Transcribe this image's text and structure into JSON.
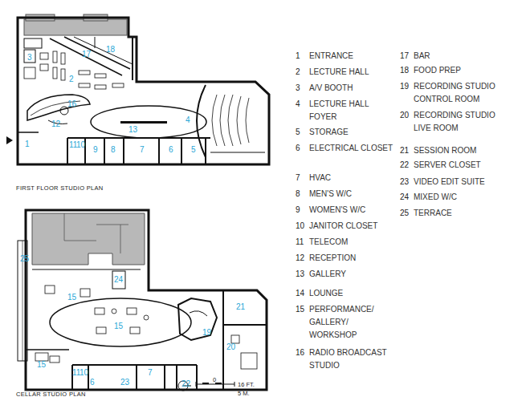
{
  "diagram": {
    "labels": [
      "17",
      "18",
      "3",
      "2",
      "16",
      "12",
      "13",
      "4",
      "1",
      "11",
      "10",
      "9",
      "8",
      "7",
      "6",
      "5",
      "FIRST FLOOR STUDIO PLAN",
      "25",
      "15",
      "24",
      "15",
      "19",
      "21",
      "20",
      "15",
      "11",
      "10",
      "6",
      "23",
      "7",
      "22",
      "CELLAR STUDIO PLAN",
      "0",
      "16 FT.",
      "5 M.",
      "1",
      "ENTRANCE",
      "2",
      "LECTURE HALL",
      "3",
      "A/V BOOTH",
      "4",
      "LECTURE HALL FOYER",
      "5",
      "STORAGE",
      "6",
      "ELECTRICAL CLOSET",
      "7",
      "HVAC",
      "8",
      "MEN'S W/C",
      "9",
      "WOMEN'S W/C",
      "10",
      "JANITOR CLOSET",
      "11",
      "TELECOM",
      "12",
      "RECEPTION",
      "13",
      "GALLERY",
      "14",
      "LOUNGE",
      "15",
      "PERFORMANCE/ GALLERY/ WORKSHOP",
      "16",
      "RADIO BROADCAST STUDIO",
      "17",
      "BAR",
      "18",
      "FOOD PREP",
      "19",
      "RECORDING STUDIO CONTROL ROOM",
      "20",
      "RECORDING STUDIO LIVE ROOM",
      "21",
      "SESSION ROOM",
      "22",
      "SERVER CLOSET",
      "23",
      "VIDEO EDIT SUITE",
      "24",
      "MIXED W/C",
      "25",
      "TERRACE"
    ]
  }
}
